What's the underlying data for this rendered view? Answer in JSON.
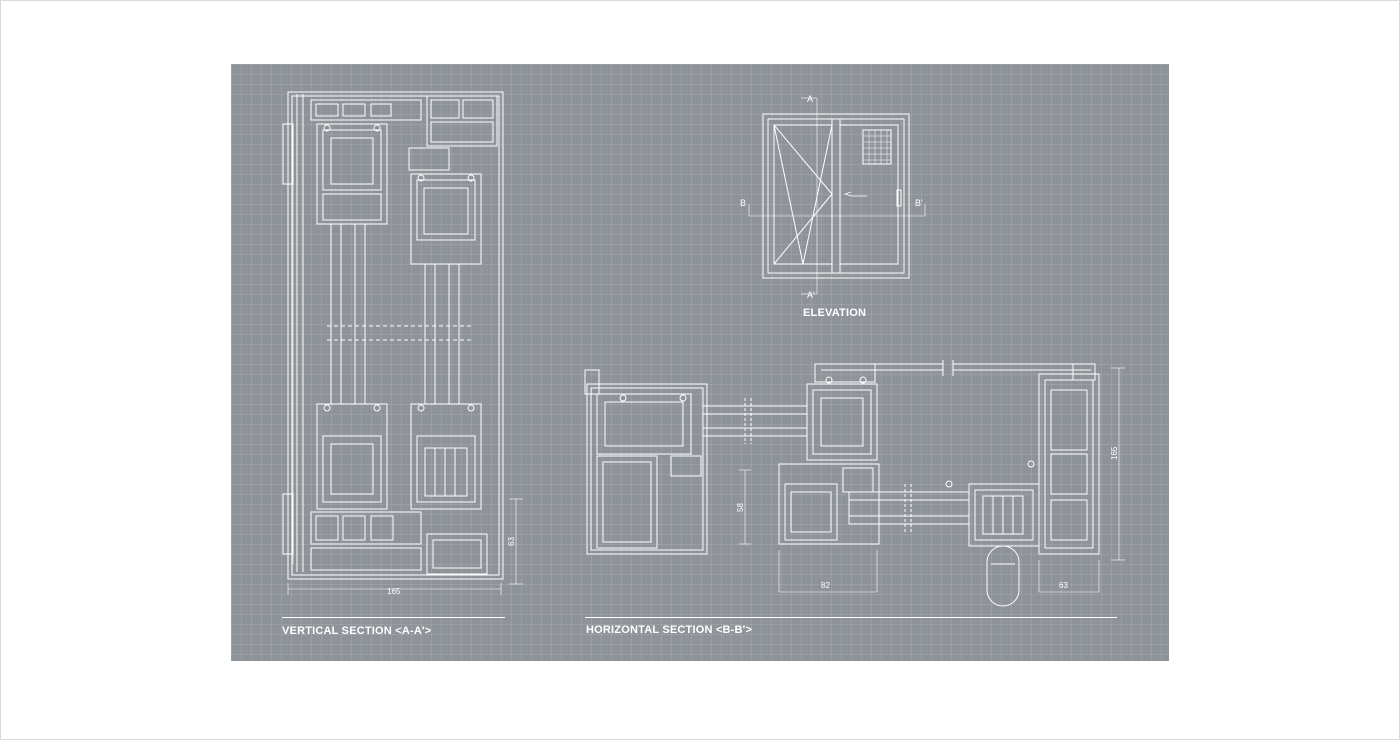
{
  "captions": {
    "vertical": "VERTICAL SECTION <A-A'>",
    "horizontal": "HORIZONTAL SECTION <B-B'>",
    "elevation": "ELEVATION"
  },
  "elevation_marks": {
    "a_top": "A",
    "a_bottom": "A'",
    "b_left": "B",
    "b_right": "B'"
  },
  "dimensions": {
    "vertical_width": "165",
    "vertical_height": "63",
    "horizontal_height": "165",
    "horizontal_58": "58",
    "horizontal_82": "82",
    "horizontal_63": "63"
  },
  "colors": {
    "background": "#8e9399",
    "line": "#ffffff"
  }
}
